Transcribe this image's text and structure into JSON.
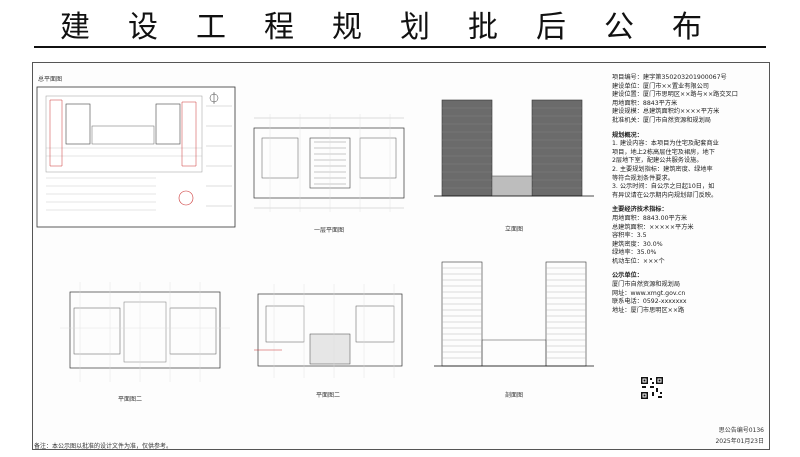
{
  "header": {
    "title": "建设工程规划批后公布"
  },
  "drawings": {
    "site_plan": "总平面图",
    "floor1": "一层平面图",
    "elevation_south": "立面图",
    "floor_std": "平面图二",
    "floor2": "平面图二",
    "section": "剖面图"
  },
  "info_panel": {
    "lines": [
      "项目编号：建字第350203201900067号",
      "建设单位：厦门市××置业有限公司",
      "建设位置：厦门市思明区××路与××路交叉口",
      "用地面积：8843平方米",
      "建设规模：总建筑面积约××××平方米",
      "批准机关：厦门市自然资源和规划局"
    ],
    "section1_title": "规划概况：",
    "section1_lines": [
      "1. 建设内容：本项目为住宅及配套商业",
      "项目，地上2栋高层住宅及裙房，地下",
      "2层地下室，配建公共服务设施。",
      "2. 主要规划指标：建筑密度、绿地率",
      "等符合规划条件要求。",
      "3. 公示时间：自公示之日起10日，如",
      "有异议请在公示期内向规划部门反映。"
    ],
    "section2_title": "主要经济技术指标：",
    "section2_lines": [
      "用地面积：8843.00平方米",
      "总建筑面积：×××××平方米",
      "容积率：3.5",
      "建筑密度：30.0%",
      "绿地率：35.0%",
      "机动车位：×××个"
    ],
    "contact_title": "公示单位：",
    "contact_lines": [
      "厦门市自然资源和规划局",
      "网址：www.xmgt.gov.cn",
      "联系电话：0592-xxxxxxx",
      "地址：厦门市思明区××路"
    ]
  },
  "footer": {
    "note": "备注：本公示图以批准的设计文件为准，仅供参考。",
    "doc_no": "思公告编号0136",
    "date": "2025年01月23日"
  }
}
